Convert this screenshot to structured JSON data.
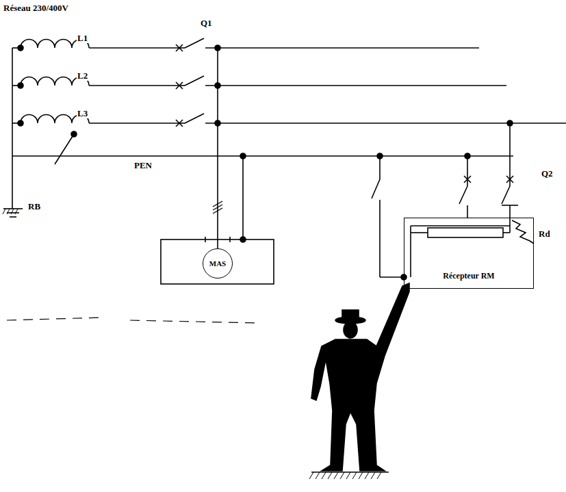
{
  "diagram": {
    "nodes": [
      {
        "text": [
          "MAS"
        ]
      },
      {
        "text": [
          "Récepteur RM"
        ]
      }
    ],
    "labels": [
      "Réseau 230/400V",
      "L1",
      "L2",
      "L3",
      "Q1",
      "PEN",
      "RB",
      "Q2",
      "Rd"
    ]
  }
}
